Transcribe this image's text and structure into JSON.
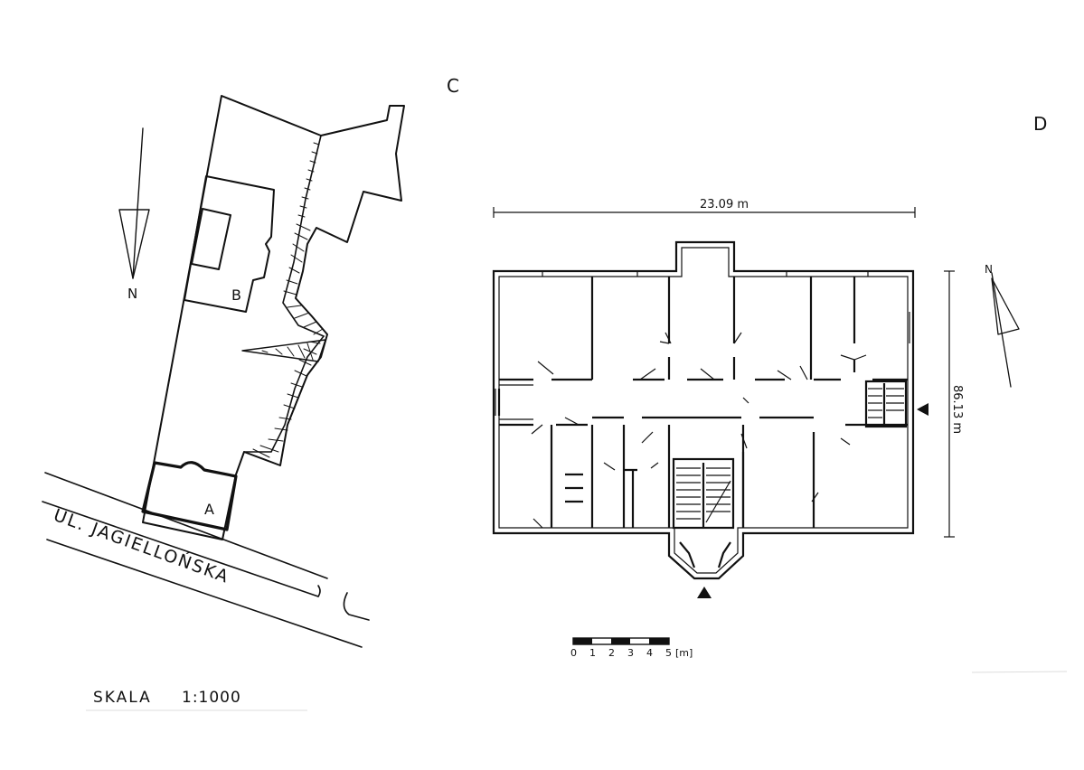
{
  "sheet_letters": {
    "c": "C",
    "d": "D"
  },
  "site_plan": {
    "north_label": "N",
    "building_a_label": "A",
    "building_b_label": "B",
    "street_label": "UL. JAGIELLOŃSKA"
  },
  "scale_note": {
    "label": "SKALA",
    "value": "1:1000"
  },
  "floor_plan": {
    "width_dimension": "23.09 m",
    "depth_dimension": "86.13 m",
    "north_label": "N",
    "scale_bar": {
      "ticks": [
        "0",
        "1",
        "2",
        "3",
        "4",
        "5"
      ],
      "unit": "[m]"
    }
  }
}
